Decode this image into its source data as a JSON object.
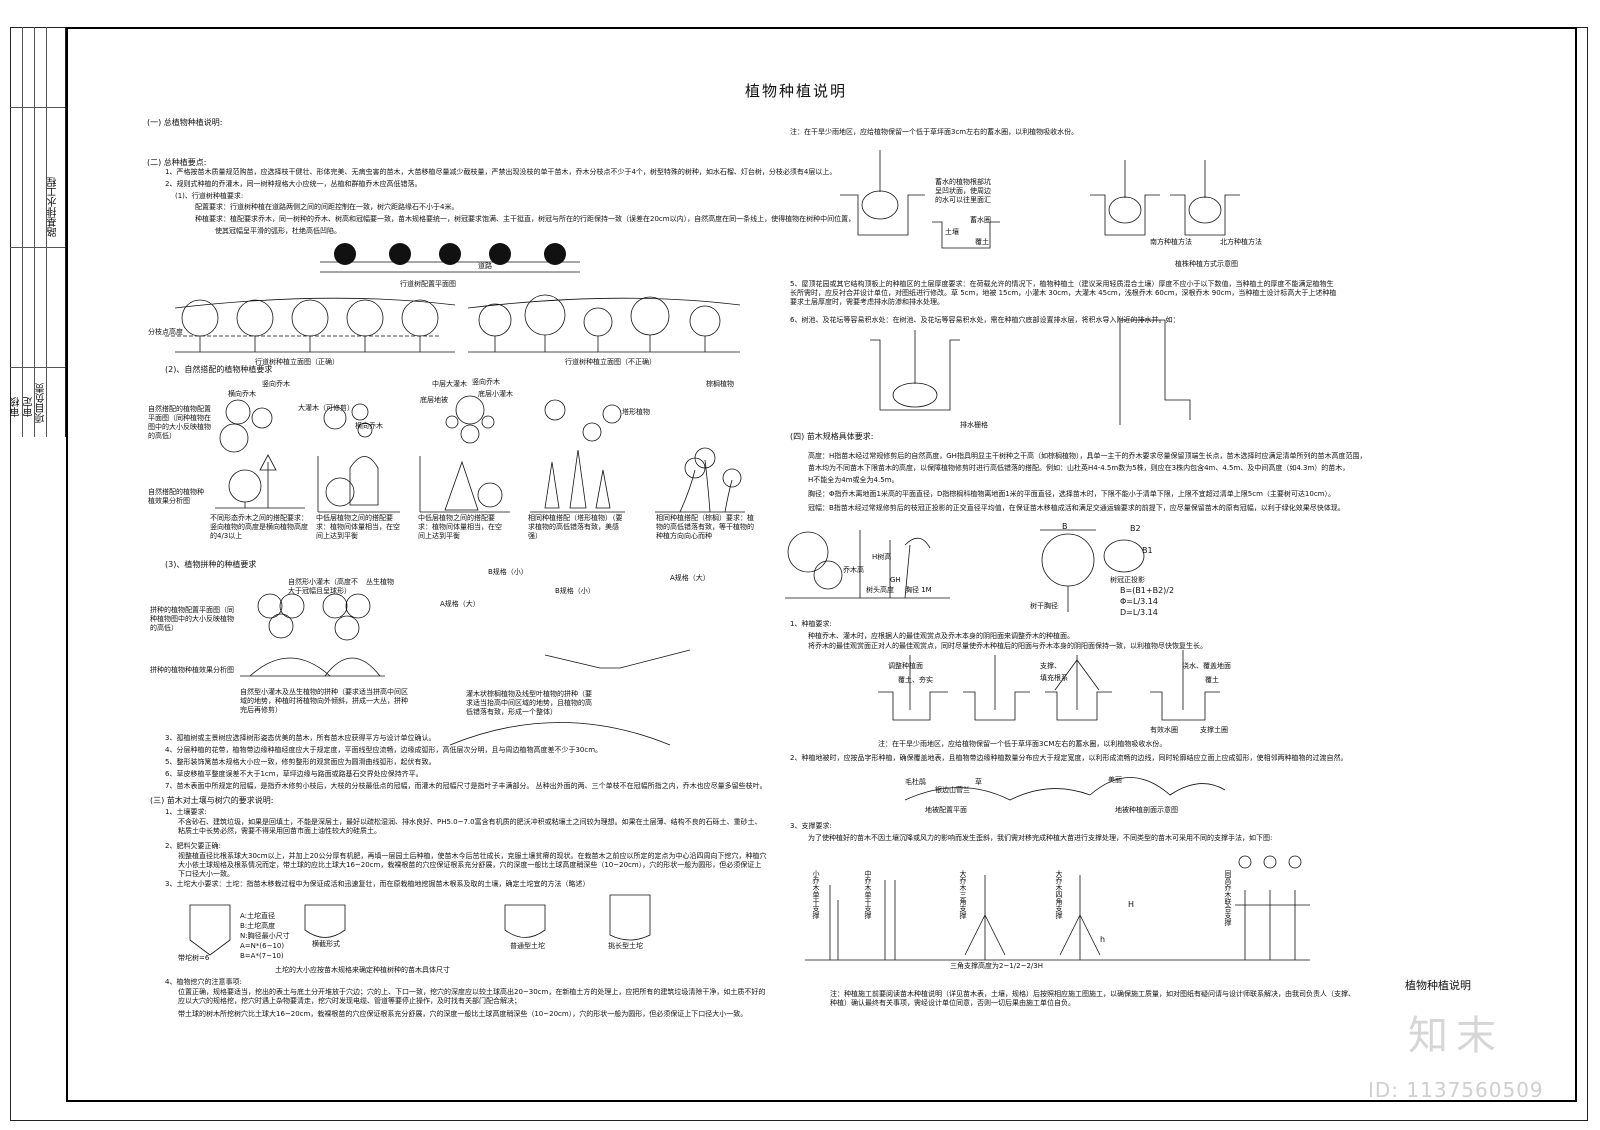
{
  "title": "植物种植说明",
  "sheet_label": "植物种植说明",
  "watermark": {
    "logo": "知末",
    "id": "ID: 1137560509"
  },
  "titleblock": {
    "col1": "审核",
    "col2": "审定",
    "col3": "项目负责",
    "col4": "路基排水工程"
  },
  "left": {
    "s1": "(一) 总植物种植说明:",
    "s2": "(二) 总种植要点:",
    "p1": "1、严格按苗木质量规范购苗，应选择枝干健壮、形体完美、无病虫害的苗木，大苗移植尽量减少截枝量，严禁出现没枝的单干苗木，乔木分枝点不少于4个，树型特殊的树种，如水石榴、灯台树，分枝必须有4层以上。",
    "p2": "2、规则式种植的乔灌木，同一树种规格大小应统一，丛植和群植乔木应高低错落。",
    "p2a": "(1)、行道树种植要求:",
    "p2b": "配置要求：行道树种植在道路两侧之间的间距控制在一致，树穴距路缘石不小于4米。",
    "p2c": "种植要求：植配要求乔木，同一树种的乔木、树高和冠幅要一致，苗木规格要统一，树冠要求饱满、主干挺直，树冠与所在的行距保持一致（误差在20cm以内），自然高度在同一条线上，使得植物在树种中间位置，",
    "p2d": "使其冠幅呈平滑的弧形，杜绝高低凹陷。",
    "cap_plan": "行道树配置平面图",
    "road": "道路",
    "branch": "分枝点高度",
    "cap_elev1": "行道树种植立面图（正确）",
    "cap_elev2": "行道树种植立面图（不正确）",
    "p3": "(2)、自然搭配的植物种植要求",
    "lbl_layout": "自然搭配的植物配置平面图（同种植物在图中的大小反映植物的高低）",
    "lbl_effect": "自然搭配的植物种植效果分析图",
    "sp1": "横向乔木",
    "sp2": "竖向乔木",
    "sp3": "大灌木（可修剪）",
    "sp4": "横向乔木",
    "sp5": "中层大灌木",
    "sp6": "竖向乔木",
    "sp7": "底层地被",
    "sp8": "底层小灌木",
    "sp9": "塔形植物",
    "sp10": "棕榈植物",
    "c1": "不同形态乔木之间的搭配要求：竖向植物的高度是横向植物高度的4/3以上",
    "c2": "中低层植物之间的搭配要求：植物间体量相当，在空间上达到平衡",
    "c3": "中低层植物之间的搭配要求：植物间体量相当，在空间上达到平衡",
    "c4": "相同种植搭配（塔形植物）（要求植物的高低错落有致，美感强）",
    "c5": "相同种植搭配（棕榈）要求：植物的高低错落有致，等干植物的种植方向向心而种",
    "p4": "(3)、植物拼种的种植要求",
    "sp11": "自然形小灌木（高度不大于冠幅且呈球形）",
    "sp12": "丛生植物",
    "sz1": "B规格（小）",
    "sz2": "A规格（大）",
    "sz3": "A规格（大）",
    "sz4": "B规格（小）",
    "lbl_comb": "拼种的植物配置平面图（同种植物图中的大小反映植物的高低）",
    "lbl_comb2": "拼种的植物种植效果分析图",
    "c6": "自然型小灌木及丛生植物的拼种（要求适当拼高中间区域的地势，种植时将植物向外倾斜，拼成一大丛，拼种完后再修剪）",
    "c7": "灌木状棕榈植物及线型叶植物的拼种（要求适当抬高中间区域的地势，且植物的高低错落有致，形成一个整体）",
    "n3": "3、孤植树或主景树应选择树形姿态优美的苗木，所有苗木应获得平方与设计单位确认。",
    "n4": "4、分层种植的花带，植物带边缘种植经度应大于规定度，平面线型应流畅，边缘成弧形，高低层次分明，且与周边植物高度差不少于30cm。",
    "n5": "5、整形装饰篱苗木规格大小应一致，修剪整形的观赏面应为圆滑曲线弧形，起伏有致。",
    "n6": "6、草皮移植平整度误差不大于1cm，草坪边缘与路面或路基石交界处应保持齐平。",
    "n7": "7、苗木表面中所规定的冠幅，是指乔木修剪小枝后，大枝的分枝最低点的冠幅，而灌木的冠幅尺寸是指叶子丰满部分。 丛种出外面的两、三个单枝不在冠幅所指之内，乔木也应尽量多留些枝叶。",
    "s3": "(三) 苗木对土壤与树穴的要求说明:",
    "t1": "1、土壤要求:",
    "t1b": "不含砂石、建筑垃圾，如果是回填土，不能是深层土，最好以疏松湿润、排水良好、PH5.0~7.0富含有机质的肥沃冲积或粘壤土之间较为理想。如果在土层薄、结构不良的石砾土、重砂土、粘质土中长势必然，需要不得采用回苗市面上油性较大的硅质土。",
    "t2": "2、肥料欠要正确:",
    "t2b": "视整植直径比根系球大30cm以上，并加上20公分厚有机肥，再填一层园土后种植，使苗木今后茁壮成长，克服土壤贫瘠的现状。在栽苗木之前应以所定的定点为中心沿四周向下挖穴，种植穴大小依土球规格及根系情况而定，带土球的应比土球大16~20cm，栽裸根苗的穴应保证根系充分舒展，穴的深度一般比土球高度稍深些（10~20cm），穴的形状一般为圆形，但必须保证上下口径大小一致。",
    "t3": "3、土坨大小要求：土坨：指苗木移栽过程中为保证成活和迅速复壮，而在原栽植地挖掘苗木根系及取的土壤，确定土坨宜的方法（略述）",
    "k1": "A:土坨直径",
    "k2": "B:土坨高度",
    "k3": "N:胸径最小尺寸",
    "k4": "A=N*(6~10)",
    "k5": "B=A*(7~10)",
    "k6": "带坨树=6",
    "k7": "普通型土坨",
    "k8": "挑长型土坨",
    "k9": "横截形式",
    "k10": "土坨的大小应按苗木规格来确定种植树种的苗木具体尺寸",
    "t4": "4、植物挖穴的注意事项:",
    "t4b": "位置正确，规格要适当，挖出的表土与底土分开堆放于穴边；穴的上、下口一致，挖穴的深度应以较土球高出20~30cm，在新植土方的处理上，应把所有的建筑垃圾清除干净，如土质不好的应以大穴的规格挖，挖穴时遇上杂物要清走，挖穴时发现电缆、管道等要停止操作，及时找有关部门配合解决；",
    "t4c": "带土球的树木所挖树穴比土球大16~20cm，栽裸根苗的穴应保证根系充分舒展，穴的深度一般比土球高度稍深些（10~20cm），穴的形状一般为圆形，但必须保证上下口径大小一致。"
  },
  "right": {
    "r1": "注：在干旱少雨地区，应给植物保留一个低于草坪面3cm左右的蓄水圈，以利植物吸收水份。",
    "r1a": "蓄水的植物根部坑呈凹状面，使周边的水可以往里面汇",
    "r1b": "蓄水圈",
    "r1c": "土壤",
    "r1d": "覆土",
    "r1e": "南方种植方法",
    "r1f": "北方种植方法",
    "r1g": "植株种植方式示意图",
    "r5": "5、屋顶花园或其它结构顶板上的种植区的土层厚度要求：在荷载允许的情况下，植物种植土（建议采用轻质混合土壤）厚度不应小于以下数值，当种植土的厚度不能满足植物生长所需时，应反衬合并设计单位，对图纸进行修改。草 5cm，地被 15cm，小灌木 30cm，大灌木 45cm，浅根乔木 60cm，深根乔木 90cm，当种植土设计标高大于上述种植要求土层厚度时，需要考虑排水防渗和排水处理。",
    "r6": "6、树池、及花坛等容易积水处：在树池、及花坛等容易积水处，需在种植穴底部设置排水层，将积水导入附近的排水井。如：",
    "r6a": "排水栅格",
    "s4": "(四) 苗木规格具体要求:",
    "q1": "高度：H指苗木经过常规修剪后的自然高度，GH指具明显主干树种之干高（如棕榈植物），具单一主干的乔木要求尽量保留顶端生长点，苗木选择时应满足清单所列的苗木高度范围，",
    "q1b": "苗木均为不同苗木下限苗木的高度，以保障植物修剪时进行高低错落的搭配。例如：山杜英H4-4.5m数为5株，则应在3株内包含4m、4.5m、及中间高度（如4.3m）的苗木，",
    "q1c": "H不能全为4m或全为4.5m。",
    "q2": "胸径：Φ指乔木离地面1米高的平面直径，D指棕榈科植物离地面1米的平面直径，选择苗木时，下限不能小于清单下限，上限不宜超过清单上限5cm（主要树可达10cm）。",
    "q3": "冠幅：B指苗木经过常规修剪后的枝冠正投影的正交直径平均值，在保证苗木移植成活和满足交通运输要求的前提下，应尽量保留苗木的原有冠幅，以利于绿化效果尽快体现。",
    "g1": "乔木高",
    "g2": "H树高",
    "g3": "树头高度",
    "g4": "GH",
    "g5": "胸径 1M",
    "g6": "B",
    "g7": "B2",
    "g8": "B1",
    "g9": "树干胸径",
    "g10": "树冠正投影",
    "f1": "B=(B1+B2)/2",
    "f2": "Φ=L/3.14",
    "f3": "D=L/3.14",
    "w1": "1、种植要求:",
    "w1b": "种植乔木、灌木时，应根据人的最佳观赏点及乔木本身的阴阳面来调整乔木的种植面。",
    "w1c": "将乔木的最佳观赏面正对人的最佳观赏点，同时尽量使乔木种植后的阳面与乔木本身的阴阳面保持一致，以利植物尽快恢复生长。",
    "st1": "调整种植面",
    "st2": "覆土、夯实",
    "st3": "支撑、",
    "st4": "填充根系",
    "st5": "浇水、覆盖地面",
    "st6": "覆土",
    "st7": "有效水圈",
    "st8": "支撑土圈",
    "w1d": "注：在干旱少雨地区，应给植物保留一个低于草坪面3CM左右的蓄水圈，以利植物吸收水份。",
    "w2": "2、种植地被时，应按品字形种植，确保覆盖地表，且植物带边缘种植数量分布应大于规定宽度，以利形成流畅的边线，同时轮廓结应立面上应成弧形，使相邻两种植物的过渡自然。",
    "w2a": "毛杜鹃",
    "w2b": "银边山菅兰",
    "w2c": "草",
    "w2d": "美丽",
    "w2e": "地被配置平面",
    "w2f": "地被种植剖面示意图",
    "w3": "3、支撑要求:",
    "w3b": "为了使种植好的苗木不因土壤沉降或风力的影响而发生歪斜，我们需对移完成种植大苗进行支撑处理，不同类型的苗木可采用不同的支撑手法，如下图:",
    "sup1": "小乔木单干支撑",
    "sup2": "中乔木单干支撑",
    "sup3": "大乔木三角支撑",
    "sup4": "大乔木四角支撑",
    "sup5": "同高乔木联合支撑",
    "sup6": "三角支撑高度为2~1/2~2/3H",
    "sup7": "H",
    "sup8": "h",
    "end": "注：种植施工前要阅读苗木种植说明（详见苗木表，土壤，规格）后按照相应施工图施工，以确保施工质量，如对图纸有疑问请与设计师联系解决，由我司负责人（支撑、种植）确认最终有关事项，需经设计单位同意，否则一切后果由施工单位自负。"
  }
}
